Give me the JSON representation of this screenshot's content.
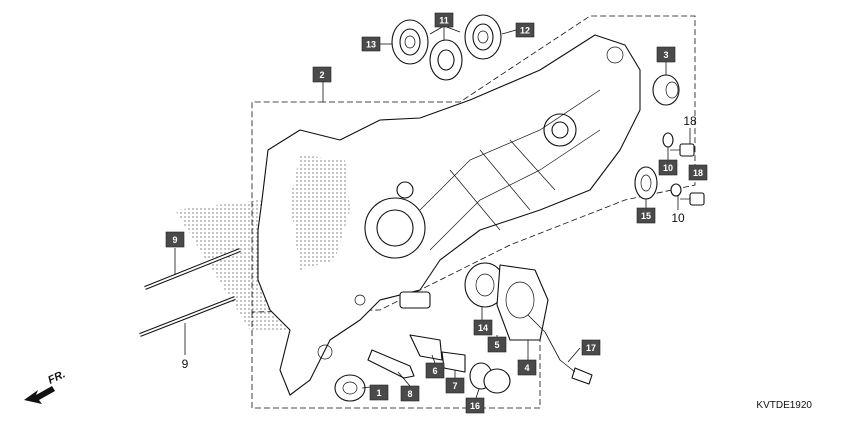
{
  "tags": [
    {
      "id": "1",
      "label": "1"
    },
    {
      "id": "2",
      "label": "2"
    },
    {
      "id": "3",
      "label": "3"
    },
    {
      "id": "4",
      "label": "4"
    },
    {
      "id": "5",
      "label": "5"
    },
    {
      "id": "6",
      "label": "6"
    },
    {
      "id": "7",
      "label": "7"
    },
    {
      "id": "8",
      "label": "8"
    },
    {
      "id": "9",
      "label": "9"
    },
    {
      "id": "11",
      "label": "11"
    },
    {
      "id": "12",
      "label": "12"
    },
    {
      "id": "13",
      "label": "13"
    },
    {
      "id": "14",
      "label": "14"
    },
    {
      "id": "15",
      "label": "15"
    },
    {
      "id": "16",
      "label": "16"
    },
    {
      "id": "17",
      "label": "17"
    },
    {
      "id": "18b",
      "label": "18"
    },
    {
      "id": "10b",
      "label": "10"
    }
  ],
  "plain_labels": [
    {
      "id": "18a",
      "label": "18"
    },
    {
      "id": "10a",
      "label": "10"
    },
    {
      "id": "9b",
      "label": "9"
    }
  ],
  "front_arrow_label": "FR.",
  "ref_code": "KVTDE1920",
  "colors": {
    "tag_fill": "#4a4a4a",
    "line": "#111111",
    "watermark": "#d9534f"
  }
}
